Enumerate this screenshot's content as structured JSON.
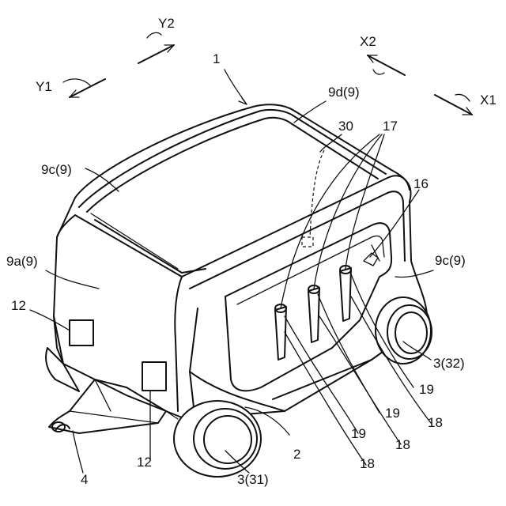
{
  "figure": {
    "labels": {
      "y2": "Y2",
      "y1": "Y1",
      "x2": "X2",
      "x1": "X1",
      "vehicle": "1",
      "top_panel": "9d(9)",
      "callout_30": "30",
      "callout_17": "17",
      "callout_16": "16",
      "side_panel_left": "9c(9)",
      "side_panel_right": "9c(9)",
      "front_panel": "9a(9)",
      "lamp_left": "12",
      "lamp_bottom": "12",
      "body": "2",
      "tow_bar": "4",
      "wheel_front": "3(31)",
      "wheel_rear": "3(32)",
      "n19_a": "19",
      "n19_b": "19",
      "n19_c": "19",
      "n18_a": "18",
      "n18_b": "18",
      "n18_c": "18"
    }
  }
}
